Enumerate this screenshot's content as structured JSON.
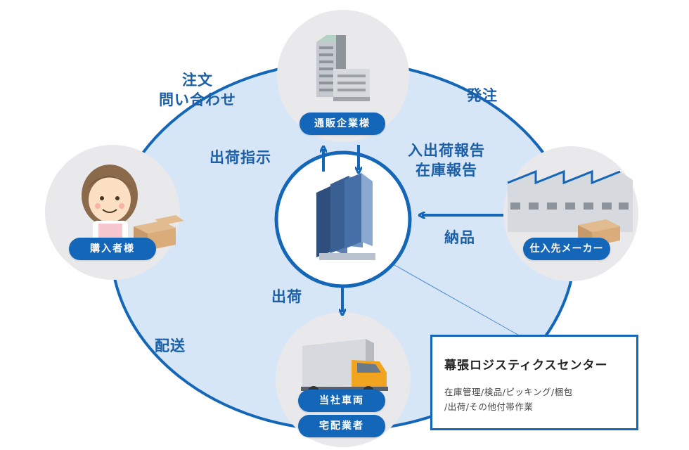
{
  "nodes": {
    "ec_company": "通販企業様",
    "buyer": "購入者様",
    "supplier": "仕入先メーカー",
    "own_vehicle": "当社車両",
    "delivery_company": "宅配業者"
  },
  "flows": {
    "order_inquiry": "注文\n問い合わせ",
    "purchase_order": "発注",
    "shipping_instruction": "出荷指示",
    "shipment_report": "入出荷報告\n在庫報告",
    "delivery_in": "納品",
    "shipping": "出荷",
    "delivery_out": "配送"
  },
  "center": {
    "title": "幕張ロジスティクスセンター",
    "description": "在庫管理/検品/ピッキング/梱包\n/出荷/その他付帯作業"
  },
  "colors": {
    "primary": "#1366b8",
    "ellipse_fill": "#d6e6f6",
    "node_circle": "#e8e8ea",
    "label_text": "#1a5fa8"
  }
}
